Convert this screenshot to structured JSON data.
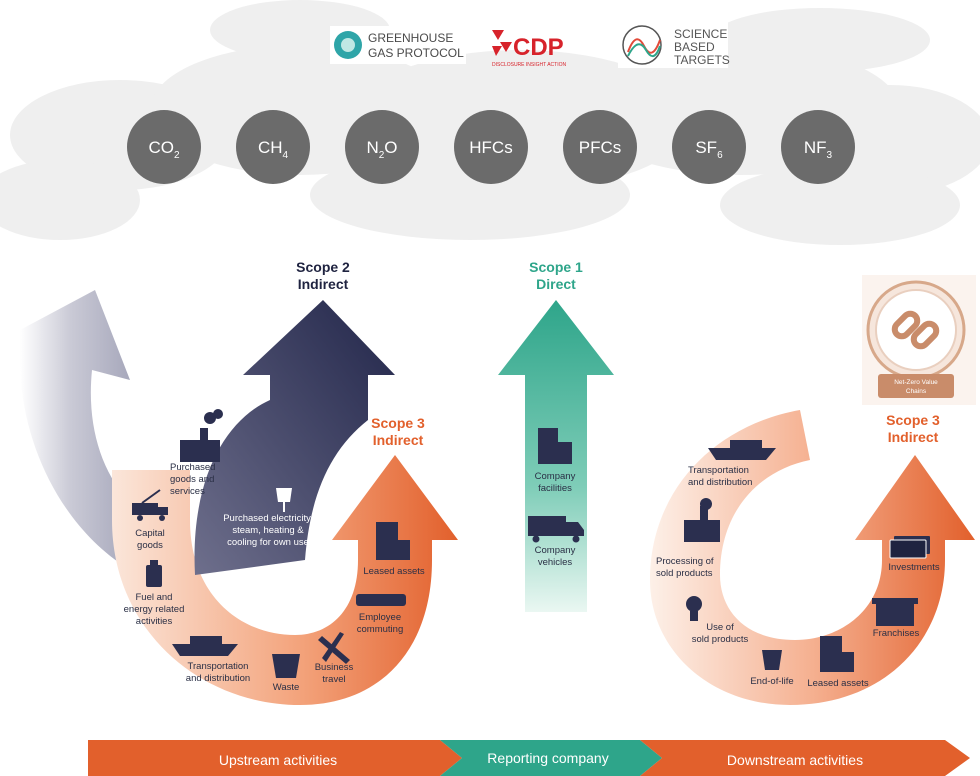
{
  "logos": {
    "ghg_line1": "GREENHOUSE",
    "ghg_line2": "GAS PROTOCOL",
    "cdp": "CDP",
    "cdp_tagline": "DISCLOSURE INSIGHT ACTION",
    "sbt_line1": "SCIENCE",
    "sbt_line2": "BASED",
    "sbt_line3": "TARGETS"
  },
  "gases": [
    {
      "base": "CO",
      "sub": "2"
    },
    {
      "base": "CH",
      "sub": "4"
    },
    {
      "base": "N",
      "sub": "2",
      "tail": "O"
    },
    {
      "base": "HFCs",
      "sub": ""
    },
    {
      "base": "PFCs",
      "sub": ""
    },
    {
      "base": "SF",
      "sub": "6"
    },
    {
      "base": "NF",
      "sub": "3"
    }
  ],
  "scopes": {
    "scope2": {
      "line1": "Scope 2",
      "line2": "Indirect"
    },
    "scope1": {
      "line1": "Scope 1",
      "line2": "Direct"
    },
    "scope3_up": {
      "line1": "Scope 3",
      "line2": "Indirect"
    },
    "scope3_down": {
      "line1": "Scope 3",
      "line2": "Indirect"
    }
  },
  "scope2_item": [
    "Purchased electricity,",
    "steam, heating &",
    "cooling for own use"
  ],
  "upstream": {
    "purchased_goods": [
      "Purchased",
      "goods and",
      "services"
    ],
    "capital_goods": [
      "Capital",
      "goods"
    ],
    "fuel_energy": [
      "Fuel and",
      "energy related",
      "activities"
    ],
    "transportation": [
      "Transportation",
      "and distribution"
    ],
    "waste": [
      "Waste"
    ],
    "business_travel": [
      "Business",
      "travel"
    ],
    "employee_commuting": [
      "Employee",
      "commuting"
    ],
    "leased_assets": [
      "Leased assets"
    ]
  },
  "direct": {
    "facilities": [
      "Company",
      "facilities"
    ],
    "vehicles": [
      "Company",
      "vehicles"
    ]
  },
  "downstream": {
    "transportation": [
      "Transportation",
      "and distribution"
    ],
    "processing": [
      "Processing of",
      "sold products"
    ],
    "use": [
      "Use of",
      "sold products"
    ],
    "end_of_life": [
      "End-of-life"
    ],
    "leased_assets": [
      "Leased assets"
    ],
    "franchises": [
      "Franchises"
    ],
    "investments": [
      "Investments"
    ]
  },
  "badge": {
    "line1": "Net-Zero Value",
    "line2": "Chains"
  },
  "bottom_band": {
    "upstream": "Upstream activities",
    "reporting": "Reporting company",
    "downstream": "Downstream activities"
  },
  "colors": {
    "navy": "#2b2f4f",
    "teal": "#2ea58a",
    "orange": "#e2602c",
    "gas_circle": "#6b6b6b",
    "badge": "#d7a88a"
  }
}
